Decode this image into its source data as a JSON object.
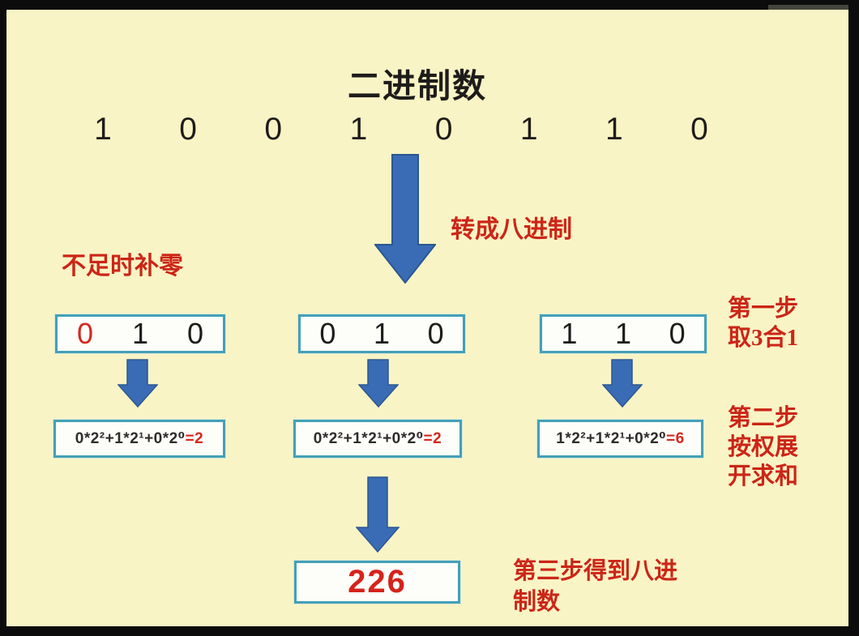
{
  "page": {
    "title": "二进制数",
    "bg_color": "#f9f4c5",
    "frame_color": "#0c0c0c",
    "arrow_blue": "#3a6cb5",
    "box_border_teal": "#43a0b8",
    "accent_red": "#cc2517"
  },
  "binary": {
    "digits": [
      "1",
      "0",
      "0",
      "1",
      "0",
      "1",
      "1",
      "0"
    ]
  },
  "labels": {
    "convert": "转成八进制",
    "pad_zero": "不足时补零",
    "step1_line1": "第一步",
    "step1_line2": "取3合1",
    "step2_line1": "第二步",
    "step2_line2": "按权展",
    "step2_line3": "开求和",
    "step3_line1": "第三步得到八进",
    "step3_line2": "制数"
  },
  "groups": [
    {
      "digits": [
        "0",
        "1",
        "0"
      ],
      "padded_first_zero": true,
      "formula": "0*2²+1*2¹+0*2⁰",
      "result": "=2"
    },
    {
      "digits": [
        "0",
        "1",
        "0"
      ],
      "padded_first_zero": false,
      "formula": "0*2²+1*2¹+0*2⁰",
      "result": "=2"
    },
    {
      "digits": [
        "1",
        "1",
        "0"
      ],
      "padded_first_zero": false,
      "formula": "1*2²+1*2¹+0*2⁰",
      "result": "=6"
    }
  ],
  "result": {
    "value": "226"
  }
}
